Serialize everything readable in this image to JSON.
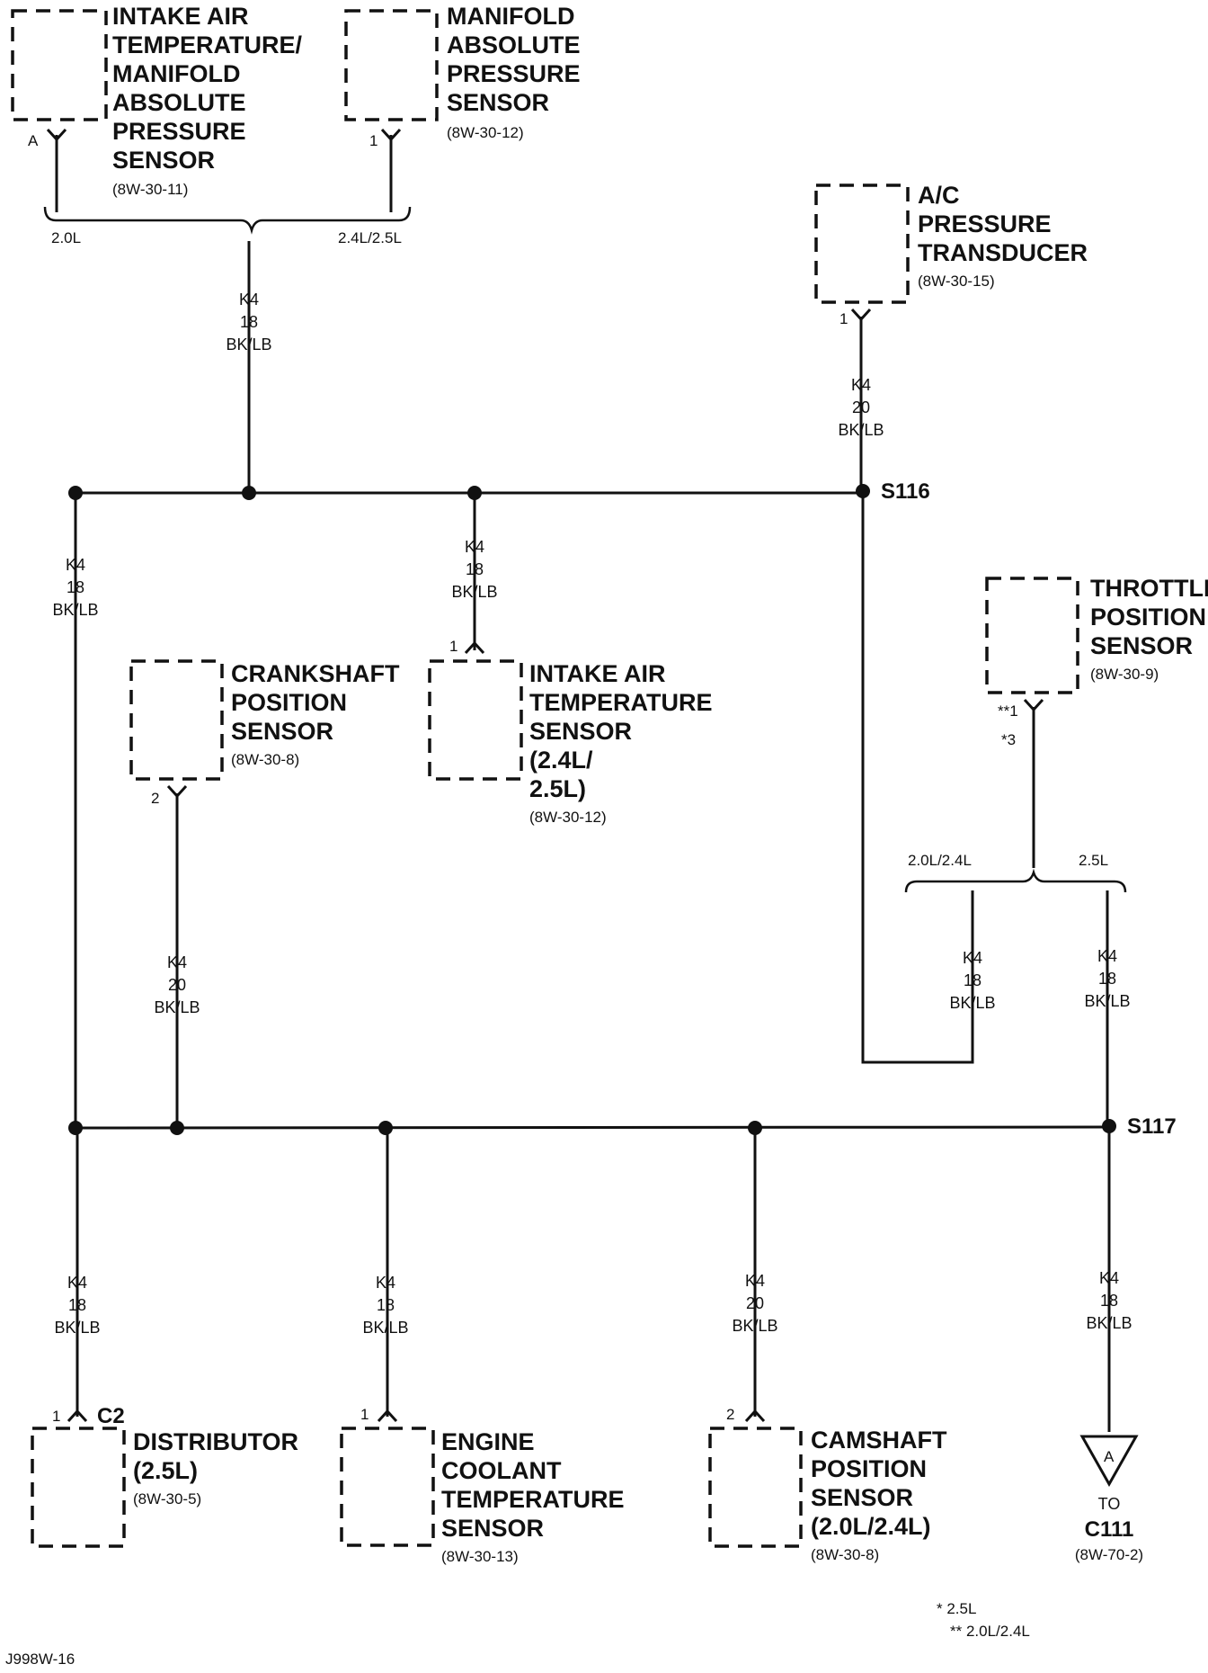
{
  "components": {
    "iat_map": {
      "lines": [
        "INTAKE AIR",
        "TEMPERATURE/",
        "MANIFOLD",
        "ABSOLUTE",
        "PRESSURE",
        "SENSOR"
      ],
      "ref": "(8W-30-11)",
      "pin": "A"
    },
    "map": {
      "lines": [
        "MANIFOLD",
        "ABSOLUTE",
        "PRESSURE",
        "SENSOR"
      ],
      "ref": "(8W-30-12)",
      "pin": "1"
    },
    "ac": {
      "lines": [
        "A/C",
        "PRESSURE",
        "TRANSDUCER"
      ],
      "ref": "(8W-30-15)",
      "pin": "1"
    },
    "tps": {
      "lines": [
        "THROTTLE",
        "POSITION",
        "SENSOR"
      ],
      "ref": "(8W-30-9)",
      "pin1": "**1",
      "pin2": "*3"
    },
    "ckp": {
      "lines": [
        "CRANKSHAFT",
        "POSITION",
        "SENSOR"
      ],
      "ref": "(8W-30-8)",
      "pin": "2"
    },
    "iat": {
      "lines": [
        "INTAKE AIR",
        "TEMPERATURE",
        "SENSOR",
        "(2.4L/",
        "2.5L)"
      ],
      "ref": "(8W-30-12)",
      "pin": "1"
    },
    "dist": {
      "lines": [
        "DISTRIBUTOR",
        "(2.5L)"
      ],
      "ref": "(8W-30-5)",
      "pin": "1",
      "connector": "C2"
    },
    "ect": {
      "lines": [
        "ENGINE",
        "COOLANT",
        "TEMPERATURE",
        "SENSOR"
      ],
      "ref": "(8W-30-13)",
      "pin": "1"
    },
    "cmp": {
      "lines": [
        "CAMSHAFT",
        "POSITION",
        "SENSOR",
        "(2.0L/2.4L)"
      ],
      "ref": "(8W-30-8)",
      "pin": "2"
    },
    "c111": {
      "connector_letter": "A",
      "to": "TO",
      "name": "C111",
      "ref": "(8W-70-2)"
    }
  },
  "wires": {
    "top_main": [
      "K4",
      "18",
      "BK/LB"
    ],
    "ac": [
      "K4",
      "20",
      "BK/LB"
    ],
    "left_vertical": [
      "K4",
      "18",
      "BK/LB"
    ],
    "iat": [
      "K4",
      "18",
      "BK/LB"
    ],
    "ckp": [
      "K4",
      "20",
      "BK/LB"
    ],
    "tps_20_24": [
      "K4",
      "18",
      "BK/LB"
    ],
    "tps_25": [
      "K4",
      "18",
      "BK/LB"
    ],
    "dist": [
      "K4",
      "18",
      "BK/LB"
    ],
    "ect": [
      "K4",
      "18",
      "BK/LB"
    ],
    "cmp": [
      "K4",
      "20",
      "BK/LB"
    ],
    "c111": [
      "K4",
      "18",
      "BK/LB"
    ]
  },
  "variants": {
    "top_left": "2.0L",
    "top_right": "2.4L/2.5L",
    "tps_left": "2.0L/2.4L",
    "tps_right": "2.5L"
  },
  "splices": {
    "s116": "S116",
    "s117": "S117"
  },
  "footnotes": {
    "single": "* 2.5L",
    "double": "** 2.0L/2.4L"
  },
  "figure_id": "J998W-16"
}
